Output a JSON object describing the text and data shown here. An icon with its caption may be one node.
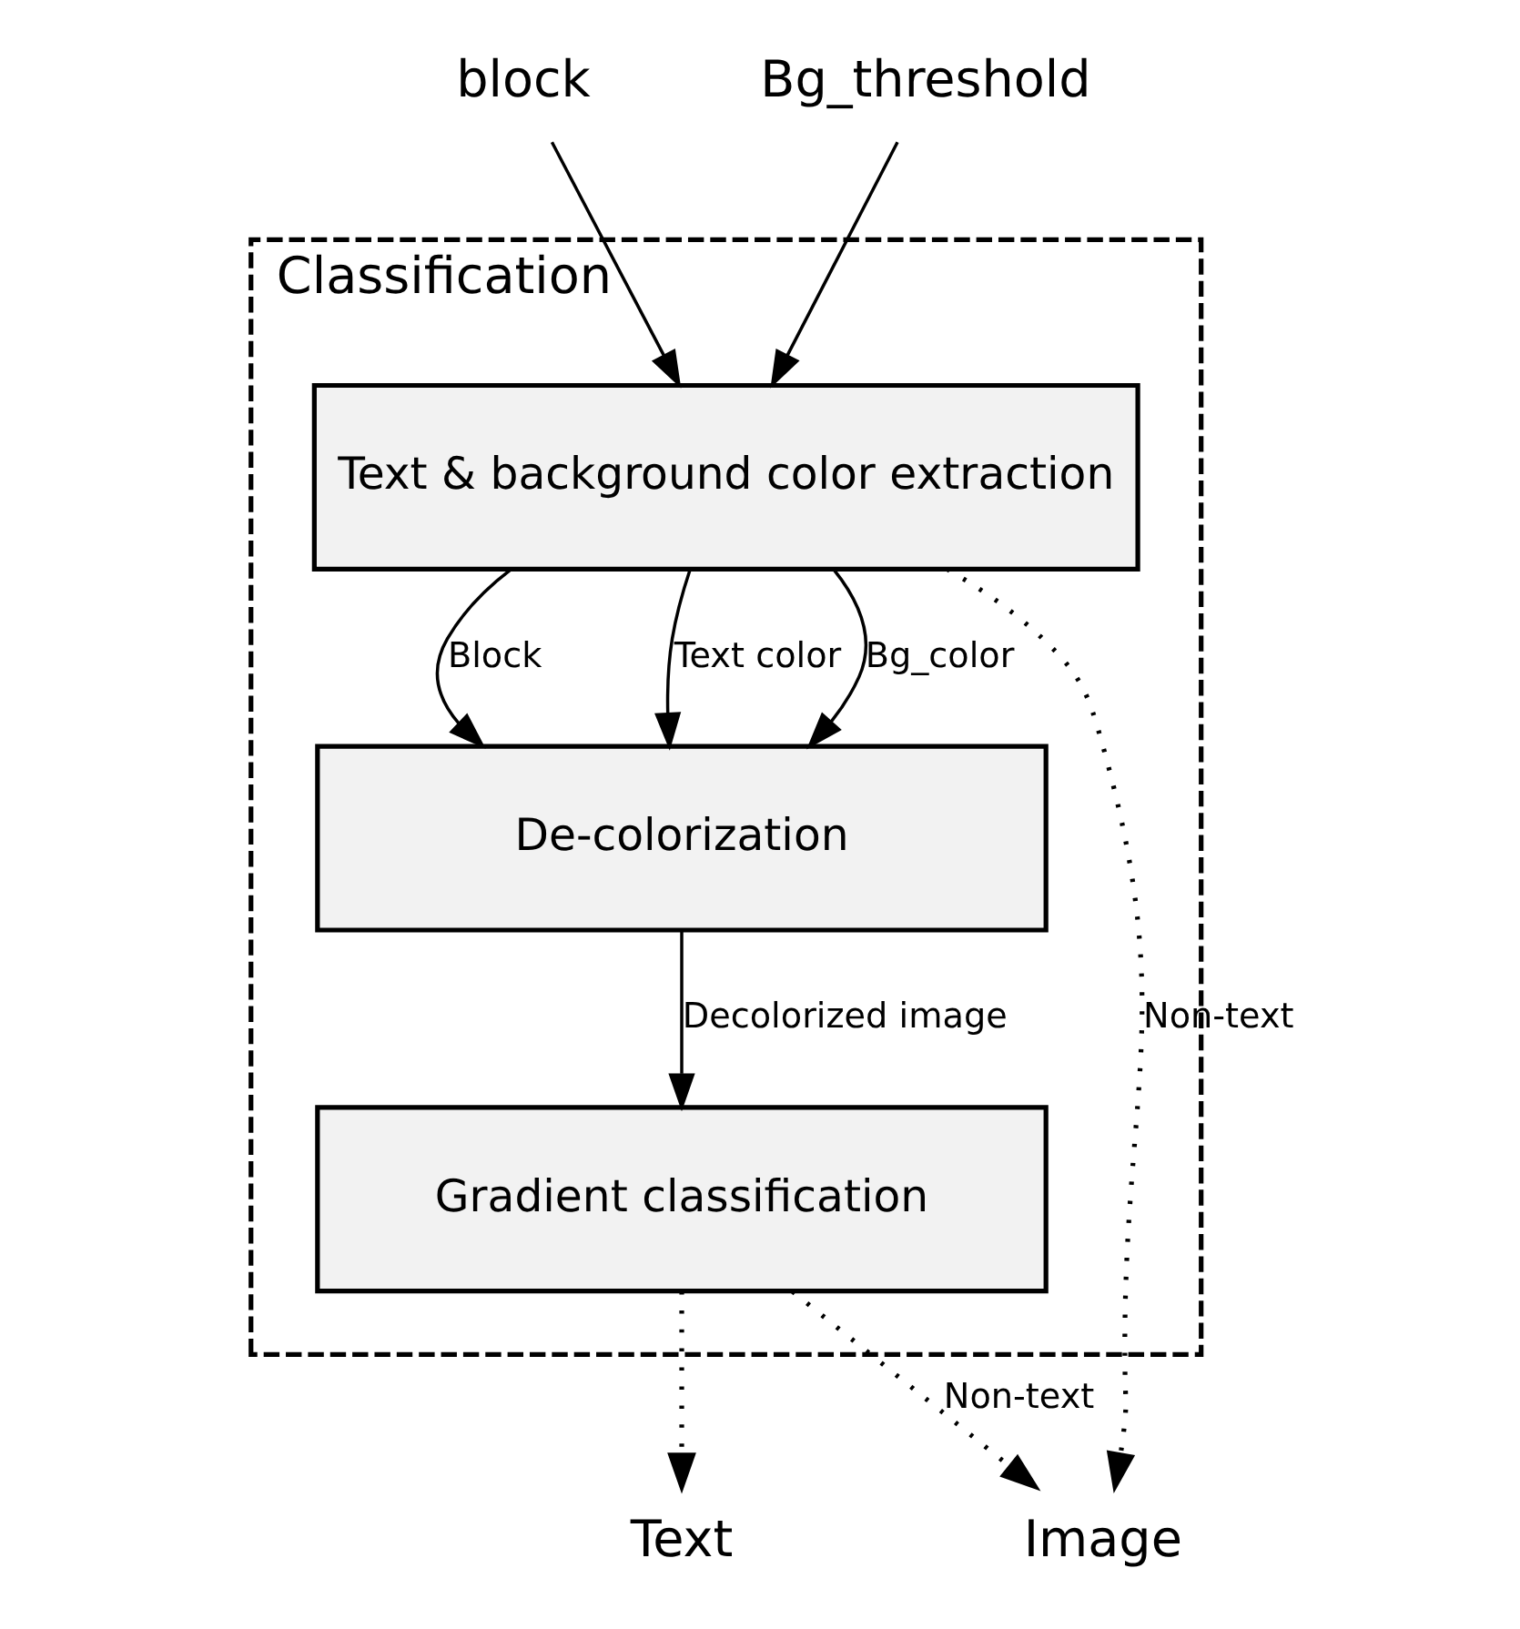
{
  "diagram": {
    "nodes": [
      {
        "text": [
          "block"
        ]
      },
      {
        "text": [
          "Classification"
        ]
      },
      {
        "text": [
          "Text & background color extraction"
        ],
        "in": 1
      },
      {
        "text": [
          "De-colorization"
        ],
        "in": 1
      },
      {
        "text": [
          "Gradient classification"
        ],
        "in": 1
      },
      {
        "text": [
          "Bg_threshold"
        ]
      },
      {
        "text": [
          "Text"
        ]
      },
      {
        "text": [
          "Image"
        ]
      }
    ],
    "edges": [
      {
        "from": 0,
        "to": 2,
        "arrow": "to"
      },
      {
        "from": 5,
        "to": 2,
        "arrow": "to"
      },
      {
        "from": 2,
        "to": 3,
        "arrow": "to",
        "label": "Block"
      },
      {
        "from": 2,
        "to": 3,
        "arrow": "to",
        "label": "Text color"
      },
      {
        "from": 2,
        "to": 3,
        "arrow": "to",
        "label": "Bg_color"
      },
      {
        "from": 3,
        "to": 4,
        "arrow": "to",
        "label": "Decolorized image"
      },
      {
        "from": 4,
        "to": 6,
        "arrow": "to",
        "style": "dashed"
      },
      {
        "from": 2,
        "to": 7,
        "arrow": "to",
        "style": "dashed",
        "label": "Non-text"
      },
      {
        "from": 4,
        "to": 7,
        "arrow": "to",
        "style": "dashed",
        "label": "Non-text"
      }
    ]
  }
}
